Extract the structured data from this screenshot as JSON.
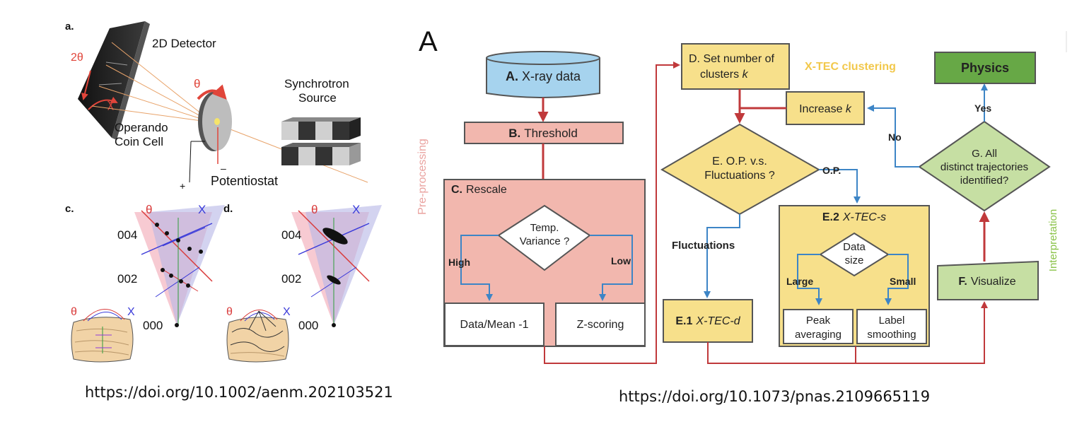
{
  "left_figure": {
    "panel_a": "a.",
    "panel_c": "c.",
    "panel_d": "d.",
    "detector_label": "2D Detector",
    "two_theta": "2θ",
    "chi": "χ",
    "theta": "θ",
    "synchrotron_line1": "Synchrotron",
    "synchrotron_line2": "Source",
    "coin_line1": "Operando",
    "coin_line2": "Coin Cell",
    "plus": "+",
    "minus": "–",
    "potentiostat": "Potentiostat",
    "c_theta": "θ",
    "c_chi": "X",
    "c_004": "004",
    "c_002": "002",
    "c_000": "000",
    "c_sample_theta": "θ",
    "c_sample_chi": "X",
    "d_theta": "θ",
    "d_chi": "X",
    "d_004": "004",
    "d_002": "002",
    "d_000": "000",
    "d_sample_theta": "θ",
    "d_sample_chi": "X",
    "doi": "https://doi.org/10.1002/aenm.202103521"
  },
  "right_figure": {
    "panel_label": "A",
    "node_a_bold": "A.",
    "node_a_text": "X-ray data",
    "node_b_bold": "B.",
    "node_b_text": "Threshold",
    "node_c_bold": "C.",
    "node_c_text": "Rescale",
    "temp_line1": "Temp.",
    "temp_line2": "Variance ?",
    "high": "High",
    "low": "Low",
    "data_mean": "Data/Mean -1",
    "zscoring": "Z-scoring",
    "preprocessing": "Pre-processing",
    "node_d_line1": "D. Set number of",
    "node_d_line2a": "clusters ",
    "node_d_line2b": "k",
    "xtec_clustering": "X-TEC clustering",
    "increase_a": "Increase ",
    "increase_b": "k",
    "node_e_line1": "E.  O.P.  v.s.",
    "node_e_line2": "Fluctuations ?",
    "op": "O.P.",
    "fluctuations": "Fluctuations",
    "e1_bold": "E.1",
    "e1_text": "X-TEC-d",
    "e2_bold": "E.2",
    "e2_text": "X-TEC-s",
    "data_line1": "Data",
    "data_line2": "size",
    "large": "Large",
    "small": "Small",
    "peak_line1": "Peak",
    "peak_line2": "averaging",
    "label_line1": "Label",
    "label_line2": "smoothing",
    "physics": "Physics",
    "yes": "Yes",
    "no": "No",
    "g_line1": "G. All",
    "g_line2": "distinct trajectories",
    "g_line3": "identified?",
    "visualize_bold": "F.",
    "visualize_text": "Visualize",
    "interpretation": "Interpretation",
    "doi": "https://doi.org/10.1073/pnas.2109665119"
  },
  "colors": {
    "blue_node": "#a6d3ee",
    "pink_node": "#f2b7ae",
    "yellow_node": "#f7e08b",
    "green_node": "#c6dfa3",
    "physics_green": "#67a846",
    "red_arrow": "#c0393b",
    "blue_arrow": "#3d85c6",
    "xtec_label": "#f2c84b",
    "interp_label": "#8bc34a",
    "preproc_label": "#eaa3a0"
  }
}
